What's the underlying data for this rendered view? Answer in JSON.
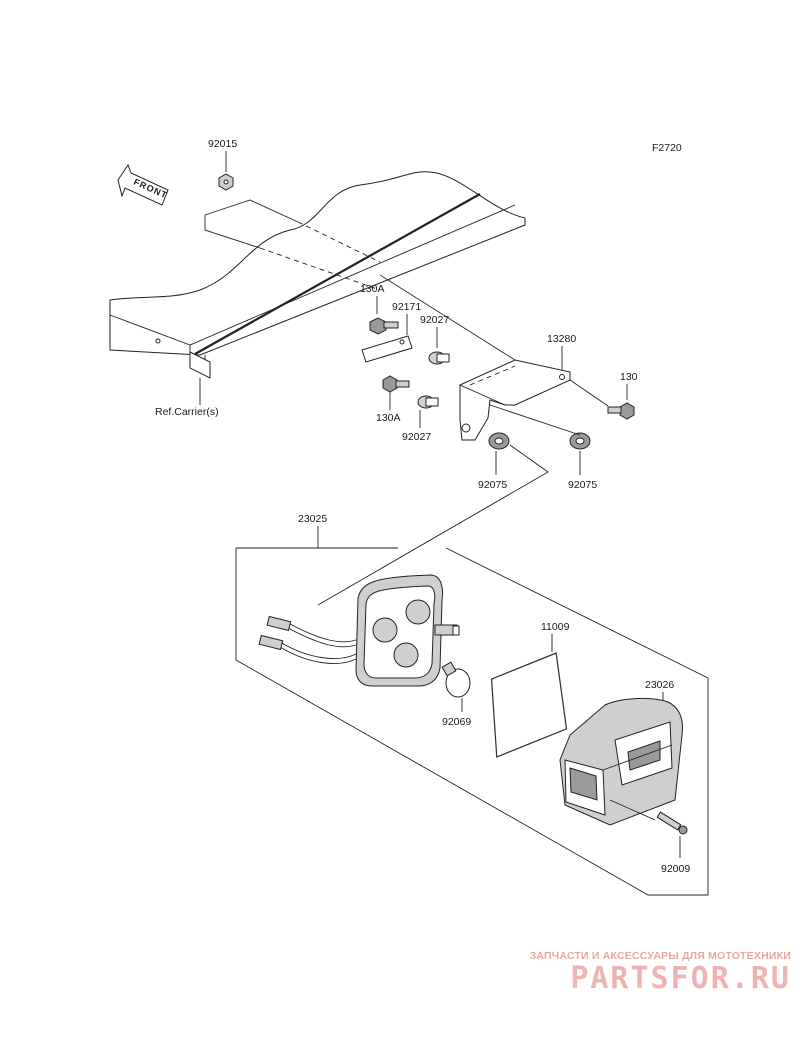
{
  "diagram_code": "F2720",
  "front_arrow_label": "FRONT",
  "reference_label": "Ref.Carrier(s)",
  "part_numbers": {
    "nut_top": "92015",
    "bolt_upper_left": "130A",
    "plate": "92171",
    "collar_upper": "92027",
    "bracket": "13280",
    "bolt_right": "130",
    "bolt_lower_left": "130A",
    "collar_lower": "92027",
    "grommet_left": "92075",
    "grommet_right": "92075",
    "tail_lamp_assy": "23025",
    "gasket": "11009",
    "bulb": "92069",
    "lens": "23026",
    "screw": "92009"
  },
  "watermark": {
    "tagline": "ЗАПЧАСТИ И АКСЕССУАРЫ ДЛЯ МОТОТЕХНИКИ",
    "logo": "PARTSFOR.RU"
  },
  "colors": {
    "line": "#222222",
    "watermark": "#e9a4a4"
  }
}
